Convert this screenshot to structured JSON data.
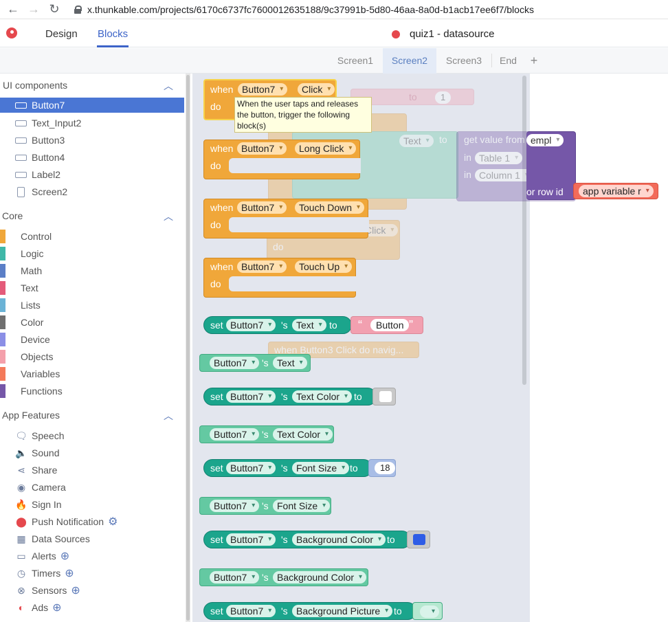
{
  "browser": {
    "url": "x.thunkable.com/projects/6170c6737fc7600012635188/9c37991b-5d80-46aa-8a0d-b1acb17ee6f7/blocks"
  },
  "header": {
    "tab_design": "Design",
    "tab_blocks": "Blocks",
    "project_title": "quiz1 - datasource"
  },
  "screens": {
    "items": [
      "Screen1",
      "Screen2",
      "Screen3",
      "End"
    ],
    "add": "+"
  },
  "sidebar": {
    "ui_title": "UI components",
    "ui_items": [
      "Button7",
      "Text_Input2",
      "Button3",
      "Button4",
      "Label2",
      "Screen2"
    ],
    "core_title": "Core",
    "core_items": [
      {
        "label": "Control",
        "color": "#f0a73a"
      },
      {
        "label": "Logic",
        "color": "#3fb8a8"
      },
      {
        "label": "Math",
        "color": "#5b7fc7"
      },
      {
        "label": "Text",
        "color": "#e45b7a"
      },
      {
        "label": "Lists",
        "color": "#6bb3d6"
      },
      {
        "label": "Color",
        "color": "#6f6f6f"
      },
      {
        "label": "Device",
        "color": "#8b8fe6"
      },
      {
        "label": "Objects",
        "color": "#f4a0ab"
      },
      {
        "label": "Variables",
        "color": "#f47a5a"
      },
      {
        "label": "Functions",
        "color": "#7557a8"
      }
    ],
    "features_title": "App Features",
    "features": [
      {
        "label": "Speech",
        "icon": "speech-icon"
      },
      {
        "label": "Sound",
        "icon": "sound-icon"
      },
      {
        "label": "Share",
        "icon": "share-icon"
      },
      {
        "label": "Camera",
        "icon": "camera-icon"
      },
      {
        "label": "Sign In",
        "icon": "firebase-icon"
      },
      {
        "label": "Push Notification",
        "icon": "push-icon"
      },
      {
        "label": "Data Sources",
        "icon": "table-icon"
      },
      {
        "label": "Alerts",
        "icon": "alert-icon"
      },
      {
        "label": "Timers",
        "icon": "timer-icon"
      },
      {
        "label": "Sensors",
        "icon": "sensor-icon"
      },
      {
        "label": "Ads",
        "icon": "ads-icon"
      }
    ]
  },
  "blocks": {
    "when": "when",
    "do": "do",
    "set": "set",
    "s": "'s",
    "to": "to",
    "component": "Button7",
    "events": [
      "Click",
      "Long Click",
      "Touch Down",
      "Touch Up"
    ],
    "tooltip": "When the user taps and releases the button, trigger the following block(s)",
    "props": [
      "Text",
      "Text Color",
      "Font Size",
      "Background Color",
      "Background Picture"
    ],
    "text_value": "Button",
    "font_size_value": "18",
    "color_swatch_white": "#ffffff",
    "color_swatch_blue": "#2e5ce6",
    "ghost_get_value": "get value from",
    "ghost_table_var": "empl",
    "ghost_in": "in",
    "ghost_table": "Table 1",
    "ghost_column": "Column 1",
    "ghost_row_id": "or row id",
    "ghost_app_var": "app variable r",
    "ghost_comment": "when Button3 Click do navig..."
  }
}
